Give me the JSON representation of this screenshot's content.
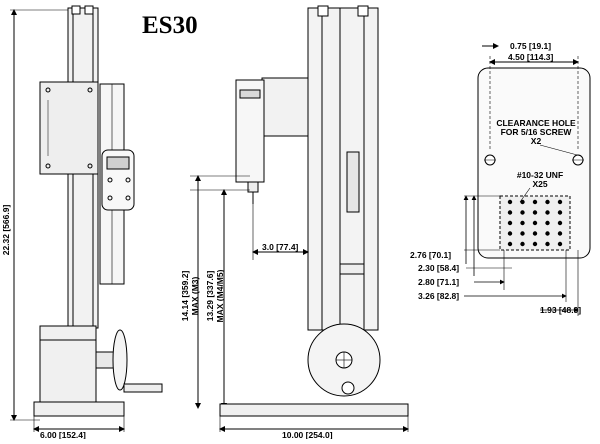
{
  "title": "ES30",
  "side_view": {
    "height_label": "22.32 [566.9]",
    "base_width_label": "6.00 [152.4]"
  },
  "front_view": {
    "throat_label": "3.0 [77.4]",
    "max_m3_label_1": "14.14 [359.2]",
    "max_m3_label_2": "MAX (M3)",
    "max_m4m5_label_1": "13.29 [337.6]",
    "max_m4m5_label_2": "MAX (M4/M5)",
    "base_width_label": "10.00 [254.0]"
  },
  "plate_view": {
    "dim_075": "0.75 [19.1]",
    "dim_450": "4.50 [114.3]",
    "clearance_line1": "CLEARANCE HOLE",
    "clearance_line2": "FOR 5/16 SCREW",
    "clearance_line3": "X2",
    "thread_line1": "#10-32 UNF",
    "thread_line2": "X25",
    "dim_276": "2.76 [70.1]",
    "dim_230": "2.30 [58.4]",
    "dim_280": "2.80 [71.1]",
    "dim_326": "3.26 [82.8]",
    "dim_193": "1.93 [48.9]"
  }
}
